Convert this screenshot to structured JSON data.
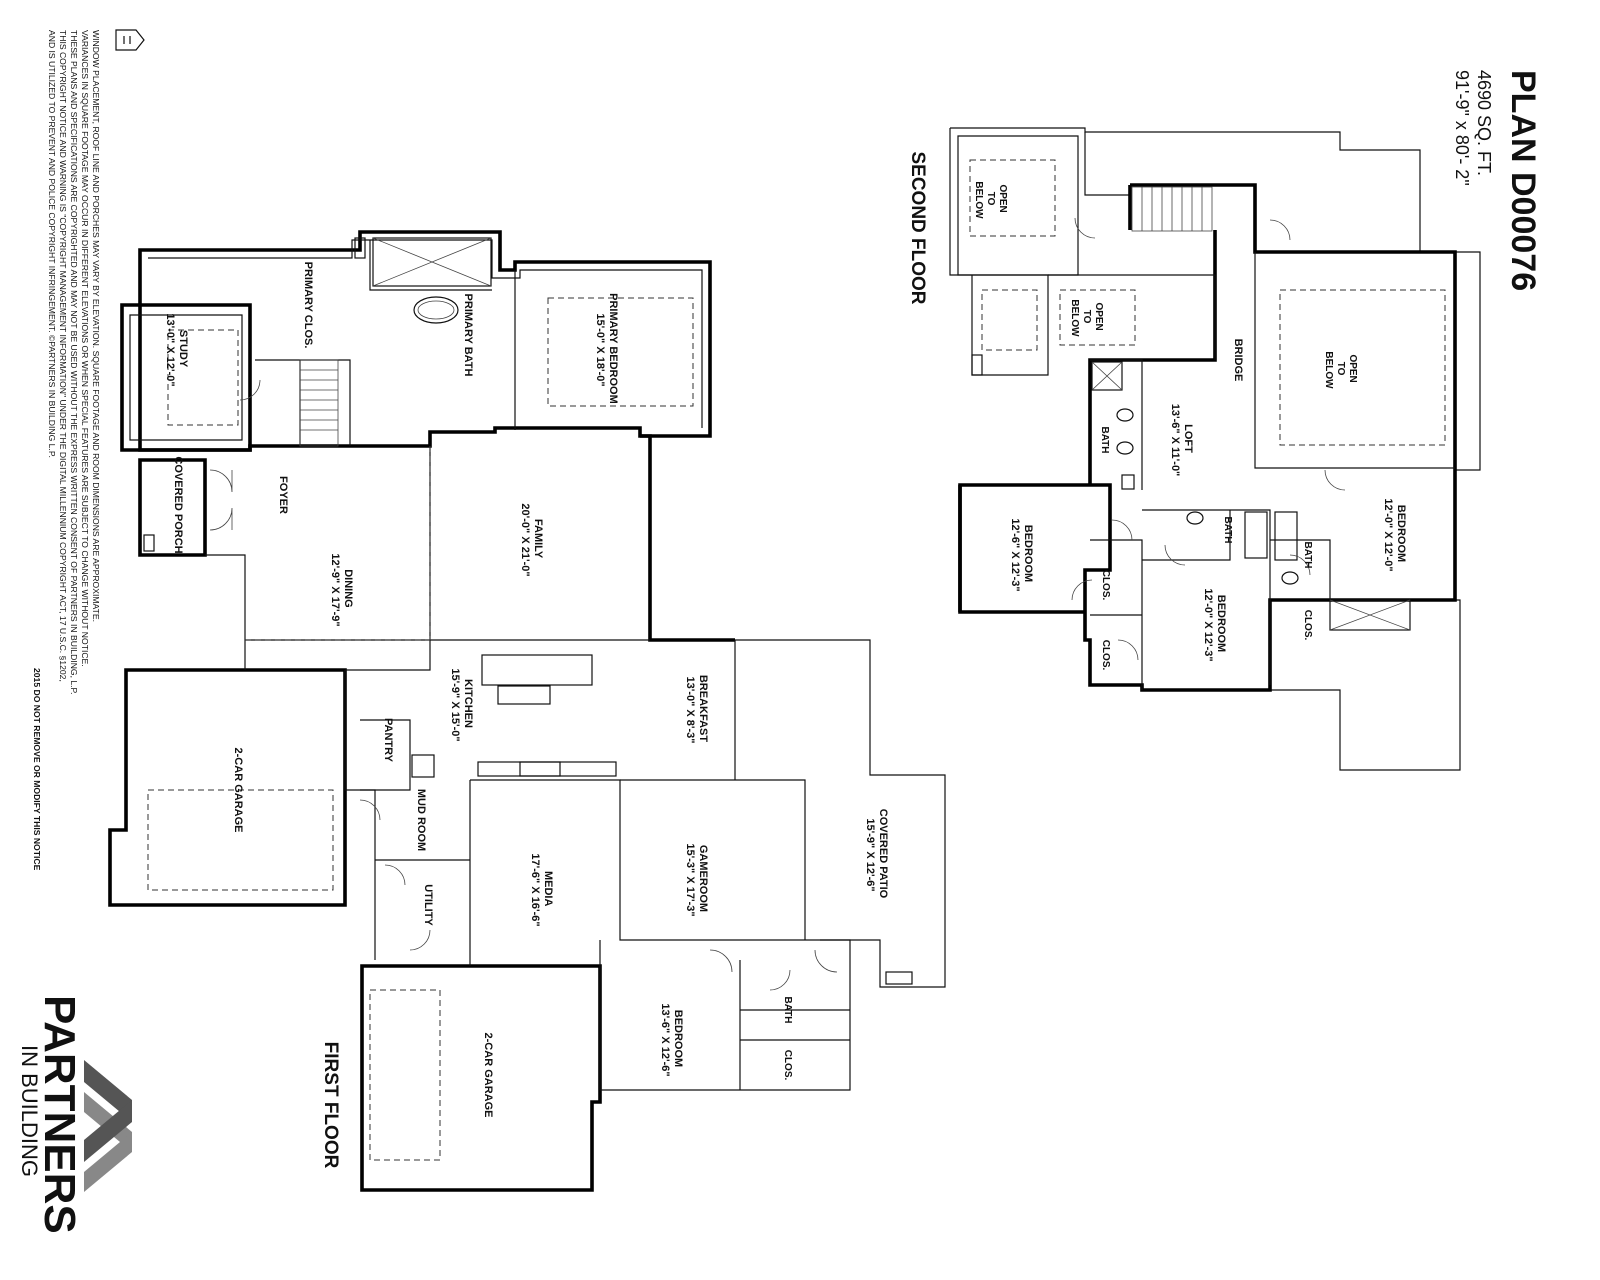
{
  "plan": {
    "title": "PLAN D00076",
    "sqft": "4690 SQ. FT.",
    "dimensions": "91'-9\" x 80'- 2\""
  },
  "floors": {
    "first": "FIRST FLOOR",
    "second": "SECOND FLOOR"
  },
  "first_floor_rooms": [
    {
      "name": "STUDY",
      "dim": "13'-0\" X 12'-0\""
    },
    {
      "name": "PRIMARY CLOS.",
      "dim": ""
    },
    {
      "name": "PRIMARY BATH",
      "dim": ""
    },
    {
      "name": "PRIMARY BEDROOM",
      "dim": "15'-0\" X 18'-0\""
    },
    {
      "name": "COVERED PORCH",
      "dim": ""
    },
    {
      "name": "FOYER",
      "dim": ""
    },
    {
      "name": "FAMILY",
      "dim": "20'-0\" X 21'-0\""
    },
    {
      "name": "DINING",
      "dim": "12'-9\" X 17'-9\""
    },
    {
      "name": "KITCHEN",
      "dim": "15'-9\" X 15'-0\""
    },
    {
      "name": "BREAKFAST",
      "dim": "13'-0\" X 8'-3\""
    },
    {
      "name": "PANTRY",
      "dim": ""
    },
    {
      "name": "2-CAR GARAGE",
      "dim": ""
    },
    {
      "name": "MUD ROOM",
      "dim": ""
    },
    {
      "name": "UTILITY",
      "dim": ""
    },
    {
      "name": "MEDIA",
      "dim": "17'-6\" X 16'-6\""
    },
    {
      "name": "GAMEROOM",
      "dim": "15'-3\" X 17'-3\""
    },
    {
      "name": "COVERED PATIO",
      "dim": "15'-9\" X 12'-6\""
    },
    {
      "name": "BEDROOM",
      "dim": "13'-6\" X 12'-6\""
    },
    {
      "name": "BATH",
      "dim": ""
    },
    {
      "name": "CLOS.",
      "dim": ""
    },
    {
      "name": "2-CAR GARAGE",
      "dim": ""
    }
  ],
  "second_floor_rooms": [
    {
      "name": "OPEN TO BELOW",
      "dim": ""
    },
    {
      "name": "OPEN TO BELOW",
      "dim": ""
    },
    {
      "name": "OPEN TO BELOW",
      "dim": ""
    },
    {
      "name": "BRIDGE",
      "dim": ""
    },
    {
      "name": "LOFT",
      "dim": "13'-6\" X 11'-0\""
    },
    {
      "name": "BATH",
      "dim": ""
    },
    {
      "name": "BEDROOM",
      "dim": "12'-0\" X 12'-0\""
    },
    {
      "name": "BEDROOM",
      "dim": "12'-6\" X 12'-3\""
    },
    {
      "name": "CLOS.",
      "dim": ""
    },
    {
      "name": "CLOS.",
      "dim": ""
    },
    {
      "name": "BATH",
      "dim": ""
    },
    {
      "name": "BATH",
      "dim": ""
    },
    {
      "name": "BEDROOM",
      "dim": "12'-0\" X 12'-3\""
    },
    {
      "name": "CLOS.",
      "dim": ""
    }
  ],
  "disclaimer": [
    "WINDOW PLACEMENT, ROOF LINE AND PORCHES MAY VARY BY ELEVATION.  SQUARE FOOTAGE AND ROOM DIMENSIONS ARE APPROXIMATE.",
    "VARIANCES IN SQUARE FOOTAGE MAY OCCUR IN DIFFERENT ELEVATIONS OR WHEN SPECIAL FEATURES ARE SUBJECT TO CHANGE WITHOUT NOTICE.",
    "THESE PLANS AND SPECIFICATIONS ARE COPYRIGHTED AND MAY NOT BE USED WITHOUT THE EXPRESS WRITTEN CONSENT OF PARTNERS IN BUILDING, L.P.",
    "THIS COPYRIGHT NOTICE AND WARNING IS \"COPYRIGHT MANAGEMENT INFORMATION\" UNDER THE DIGITAL MILLENNIUM COPYRIGHT ACT, 17 U.S.C.  §1202,",
    "AND IS UTILIZED TO PREVENT AND POLICE COPYRIGHT INFRINGEMENT. ©PARTNERS IN BUILDING L.P.",
    "2015   DO NOT REMOVE OR MODIFY THIS NOTICE"
  ],
  "brand": {
    "name": "PARTNERS",
    "sub": "IN BUILDING",
    "logo_icon": "chevron-logo-icon",
    "housing_icon": "equal-housing-icon"
  }
}
